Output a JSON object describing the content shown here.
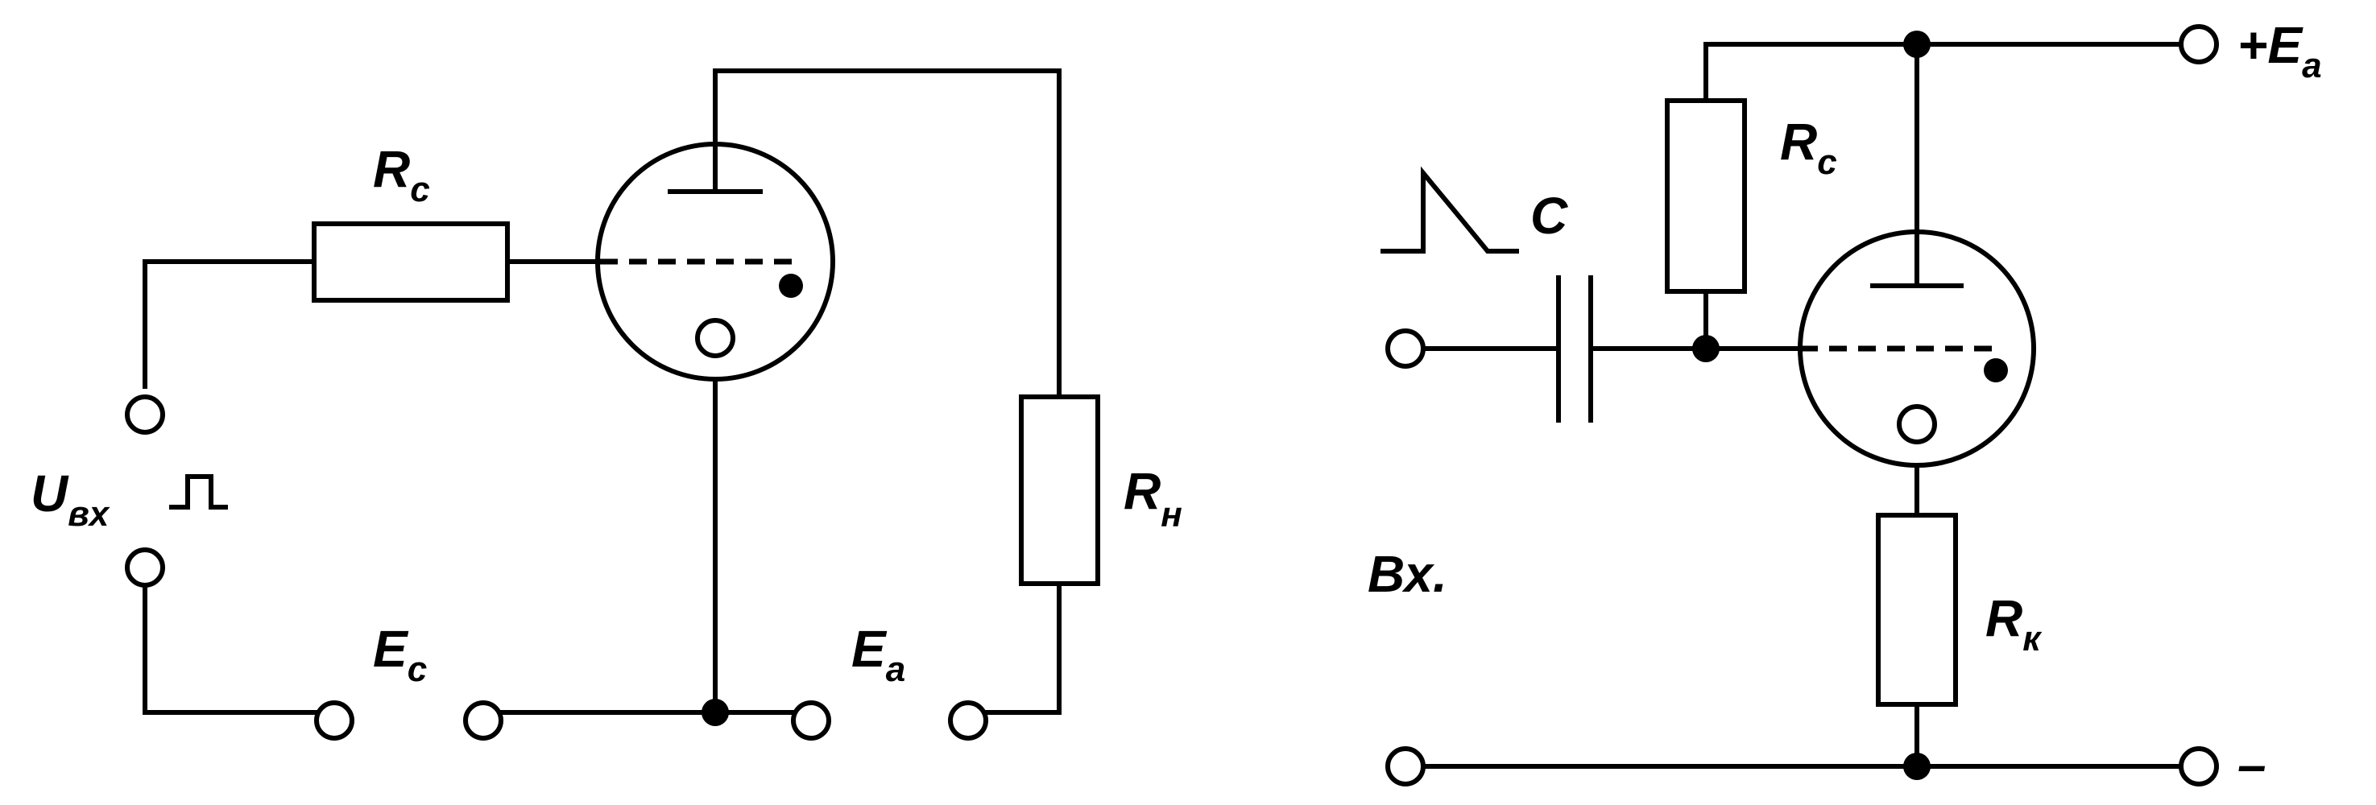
{
  "left_circuit": {
    "grid_resistor": {
      "letter": "R",
      "sub": "c"
    },
    "load_resistor": {
      "letter": "R",
      "sub": "н"
    },
    "input": {
      "letter": "U",
      "sub": "вх"
    },
    "grid_supply": {
      "letter": "E",
      "sub": "c"
    },
    "anode_supply": {
      "letter": "E",
      "sub": "a"
    }
  },
  "right_circuit": {
    "grid_resistor": {
      "letter": "R",
      "sub": "c"
    },
    "cathode_resistor": {
      "letter": "R",
      "sub": "к"
    },
    "capacitor": {
      "letter": "C"
    },
    "supply_positive": {
      "prefix": "+",
      "letter": "E",
      "sub": "a"
    },
    "supply_negative": {
      "text": "–"
    },
    "input_label": {
      "text": "Вх."
    }
  }
}
